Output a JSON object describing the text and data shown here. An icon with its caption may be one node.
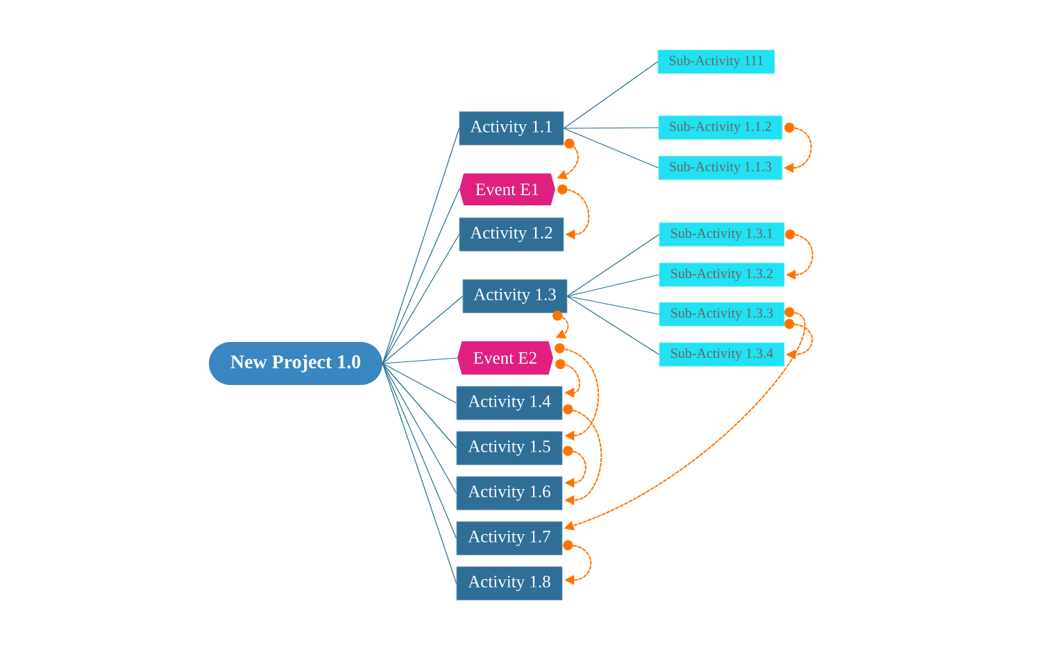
{
  "diagram": {
    "nodes": [
      {
        "text": [
          "New Project 1.0"
        ]
      },
      {
        "text": [
          "Activity 1.1"
        ]
      },
      {
        "text": [
          "Event E1"
        ]
      },
      {
        "text": [
          "Activity 1.2"
        ]
      },
      {
        "text": [
          "Activity 1.3"
        ]
      },
      {
        "text": [
          "Event E2"
        ]
      },
      {
        "text": [
          "Activity 1.4"
        ]
      },
      {
        "text": [
          "Activity 1.5"
        ]
      },
      {
        "text": [
          "Activity 1.6"
        ]
      },
      {
        "text": [
          "Activity 1.7"
        ]
      },
      {
        "text": [
          "Activity 1.8"
        ]
      },
      {
        "text": [
          "Sub-Activity 111"
        ]
      },
      {
        "text": [
          "Sub-Activity 1.1.2"
        ]
      },
      {
        "text": [
          "Sub-Activity 1.1.3"
        ]
      },
      {
        "text": [
          "Sub-Activity 1.3.1"
        ]
      },
      {
        "text": [
          "Sub-Activity 1.3.2"
        ]
      },
      {
        "text": [
          "Sub-Activity 1.3.3"
        ]
      },
      {
        "text": [
          "Sub-Activity 1.3.4"
        ]
      }
    ],
    "edges": [
      {
        "from": 0,
        "to": 1,
        "arrow": "none"
      },
      {
        "from": 0,
        "to": 2,
        "arrow": "none"
      },
      {
        "from": 0,
        "to": 3,
        "arrow": "none"
      },
      {
        "from": 0,
        "to": 4,
        "arrow": "none"
      },
      {
        "from": 0,
        "to": 5,
        "arrow": "none"
      },
      {
        "from": 0,
        "to": 6,
        "arrow": "none"
      },
      {
        "from": 0,
        "to": 7,
        "arrow": "none"
      },
      {
        "from": 0,
        "to": 8,
        "arrow": "none"
      },
      {
        "from": 0,
        "to": 9,
        "arrow": "none"
      },
      {
        "from": 0,
        "to": 10,
        "arrow": "none"
      },
      {
        "from": 1,
        "to": 11,
        "arrow": "none"
      },
      {
        "from": 1,
        "to": 12,
        "arrow": "none"
      },
      {
        "from": 1,
        "to": 13,
        "arrow": "none"
      },
      {
        "from": 4,
        "to": 14,
        "arrow": "none"
      },
      {
        "from": 4,
        "to": 15,
        "arrow": "none"
      },
      {
        "from": 4,
        "to": 16,
        "arrow": "none"
      },
      {
        "from": 4,
        "to": 17,
        "arrow": "none"
      },
      {
        "from": 1,
        "to": 2,
        "arrow": "to",
        "style": "dashed",
        "color": "#ff7400"
      },
      {
        "from": 2,
        "to": 3,
        "arrow": "to",
        "style": "dashed",
        "color": "#ff7400"
      },
      {
        "from": 12,
        "to": 13,
        "arrow": "to",
        "style": "dashed",
        "color": "#ff7400"
      },
      {
        "from": 4,
        "to": 5,
        "arrow": "to",
        "style": "dashed",
        "color": "#ff7400"
      },
      {
        "from": 14,
        "to": 15,
        "arrow": "to",
        "style": "dashed",
        "color": "#ff7400"
      },
      {
        "from": 16,
        "to": 17,
        "arrow": "to",
        "style": "dashed",
        "color": "#ff7400"
      },
      {
        "from": 16,
        "to": 9,
        "arrow": "to",
        "style": "dashed",
        "color": "#ff7400"
      },
      {
        "from": 5,
        "to": 6,
        "arrow": "to",
        "style": "dashed",
        "color": "#ff7400"
      },
      {
        "from": 5,
        "to": 7,
        "arrow": "to",
        "style": "dashed",
        "color": "#ff7400"
      },
      {
        "from": 6,
        "to": 8,
        "arrow": "to",
        "style": "dashed",
        "color": "#ff7400"
      },
      {
        "from": 7,
        "to": 8,
        "arrow": "to",
        "style": "dashed",
        "color": "#ff7400"
      },
      {
        "from": 9,
        "to": 10,
        "arrow": "to",
        "style": "dashed",
        "color": "#ff7400"
      }
    ]
  }
}
